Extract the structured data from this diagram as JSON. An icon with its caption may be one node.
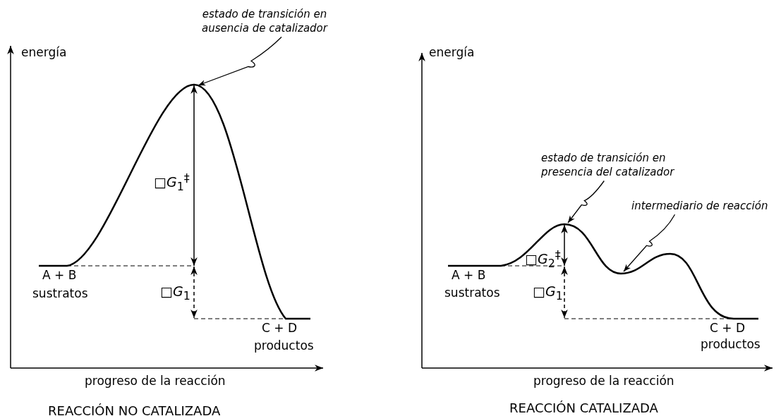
{
  "diagram": {
    "nodes": [
      {
        "text": [
          "estado de transición en ausencia de catalizador"
        ]
      },
      {
        "text": [
          "estado de transición en presencia del catalizador"
        ]
      },
      {
        "text": [
          "intermediario de reacción"
        ]
      },
      {
        "text": [],
        "shape": "curve"
      },
      {
        "text": [],
        "shape": "curve"
      }
    ],
    "edges": [
      {
        "from": 0,
        "to": 3,
        "arrow": "to"
      },
      {
        "from": 1,
        "to": 4,
        "arrow": "to"
      },
      {
        "from": 2,
        "to": 4,
        "arrow": "to"
      }
    ],
    "labels": [
      "energía",
      "A + B",
      "sustratos",
      "□*G*$_{1}$$^{‡}$",
      "□*G*$_{1}$",
      "C + D",
      "productos",
      "progreso de la reacción",
      "REACCIÓN NO CATALIZADA",
      "energía",
      "A + B",
      "sustratos",
      "□*G*$_{2}$$^{‡}$",
      "□*G*$_{1}$",
      "C + D",
      "productos",
      "progreso de la reacción",
      "REACCIÓN CATALIZADA"
    ]
  }
}
